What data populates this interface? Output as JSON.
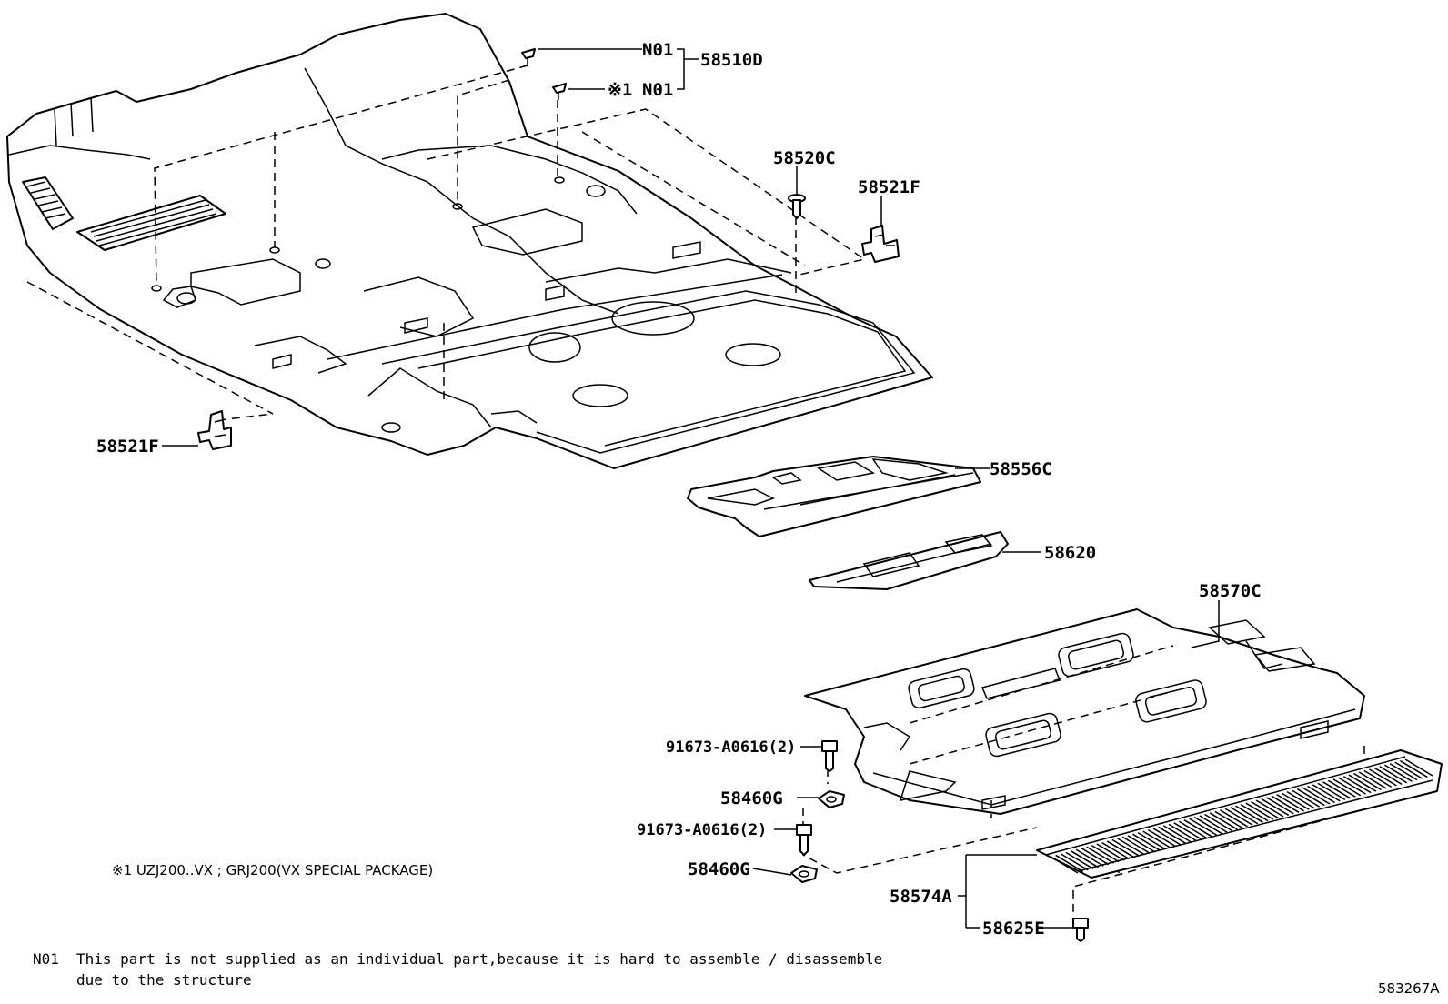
{
  "labels": {
    "p58510D": "58510D",
    "n01_a": "N01",
    "n01_b": "N01",
    "mark1": "※1",
    "p58520C": "58520C",
    "p58521F_top": "58521F",
    "p58521F_left": "58521F",
    "p58556C": "58556C",
    "p58620": "58620",
    "p58570C": "58570C",
    "p91673_a": "91673-A0616(2)",
    "p58460G_a": "58460G",
    "p91673_b": "91673-A0616(2)",
    "p58460G_b": "58460G",
    "p58574A": "58574A",
    "p58625E": "58625E"
  },
  "notes": {
    "mark_note": "※1  UZJ200..VX ; GRJ200(VX SPECIAL PACKAGE)",
    "n01_code": "N01",
    "n01_line1": "This part is not supplied as an individual part,because it is hard to assemble / disassemble",
    "n01_line2": "due to the structure"
  },
  "footer": {
    "diagram_id": "583267A"
  },
  "icons": [
    "clip-icon",
    "retainer-icon",
    "screw-icon",
    "bolt-icon",
    "nut-icon"
  ]
}
